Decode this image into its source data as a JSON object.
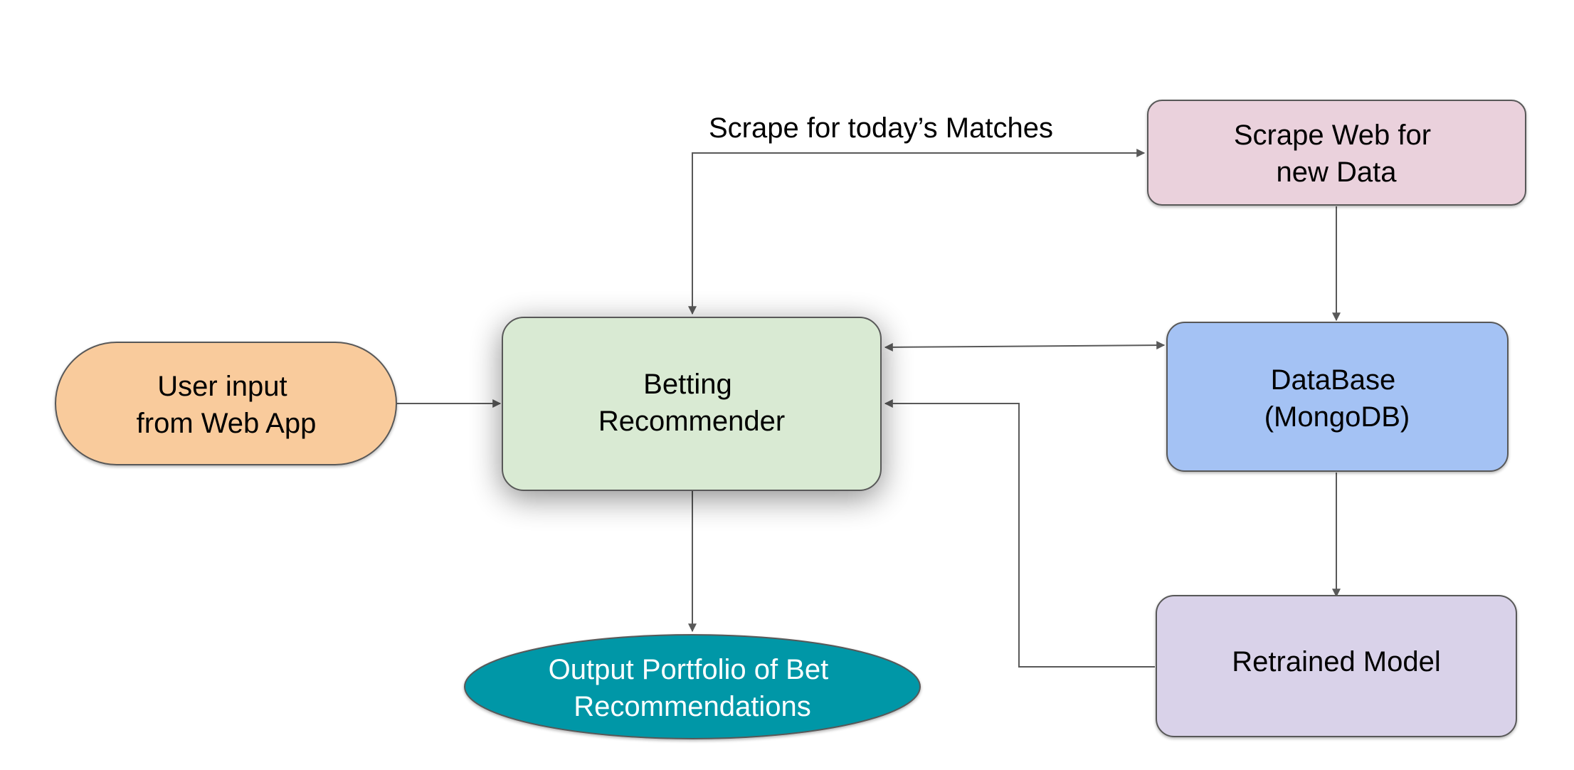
{
  "nodes": {
    "user_input": {
      "lines": [
        "User input",
        "from Web App"
      ],
      "fill": "#f9cb9c"
    },
    "betting_recommender": {
      "lines": [
        "Betting",
        "Recommender"
      ],
      "fill": "#d9ead3"
    },
    "scrape_web": {
      "lines": [
        "Scrape Web for",
        "new Data"
      ],
      "fill": "#ead1dc"
    },
    "database": {
      "lines": [
        "DataBase",
        "(MongoDB)"
      ],
      "fill": "#a4c2f4"
    },
    "retrained_model": {
      "lines": [
        "Retrained Model"
      ],
      "fill": "#d9d2e9"
    },
    "output_portfolio": {
      "lines": [
        "Output Portfolio of Bet",
        "Recommendations"
      ],
      "fill": "#0097a7",
      "text_color": "#ffffff"
    }
  },
  "edges": {
    "scrape_label": "Scrape for today’s Matches"
  },
  "colors": {
    "stroke": "#595959",
    "text": "#000000"
  }
}
